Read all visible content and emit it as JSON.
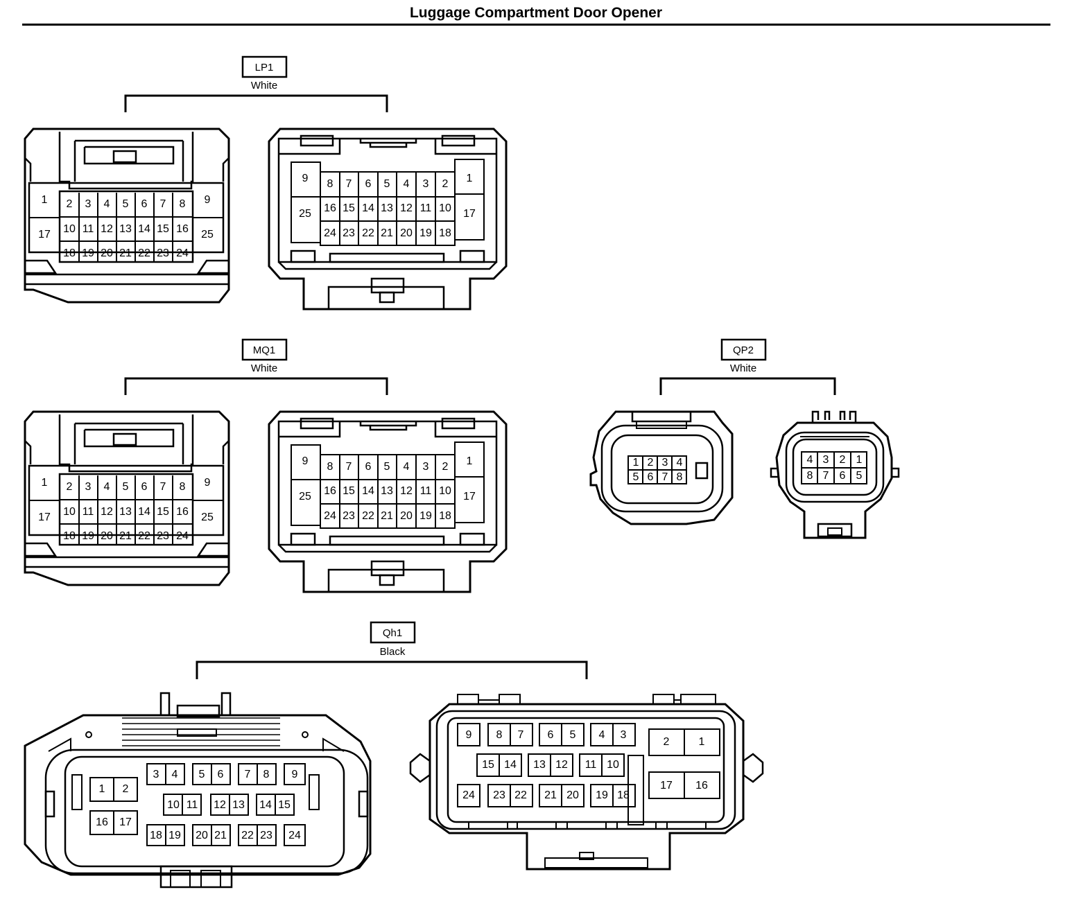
{
  "title": "Luggage Compartment Door Opener",
  "connectors": {
    "lp1": {
      "code": "LP1",
      "color": "White"
    },
    "mq1": {
      "code": "MQ1",
      "color": "White"
    },
    "qp2": {
      "code": "QP2",
      "color": "White"
    },
    "qh1": {
      "code": "Qh1",
      "color": "Black"
    }
  },
  "pins25": {
    "female": [
      "1",
      "2",
      "3",
      "4",
      "5",
      "6",
      "7",
      "8",
      "9",
      "10",
      "11",
      "12",
      "13",
      "14",
      "15",
      "16",
      "17",
      "18",
      "19",
      "20",
      "21",
      "22",
      "23",
      "24",
      "25"
    ],
    "male": [
      "9",
      "8",
      "7",
      "6",
      "5",
      "4",
      "3",
      "2",
      "1",
      "25",
      "16",
      "15",
      "14",
      "13",
      "12",
      "11",
      "10",
      "17",
      "24",
      "23",
      "22",
      "21",
      "20",
      "19",
      "18"
    ]
  },
  "pins8": {
    "female": [
      "1",
      "2",
      "3",
      "4",
      "5",
      "6",
      "7",
      "8"
    ],
    "male": [
      "4",
      "3",
      "2",
      "1",
      "8",
      "7",
      "6",
      "5"
    ]
  },
  "pins_qh1": {
    "female": [
      "1",
      "2",
      "16",
      "17",
      "3",
      "4",
      "5",
      "6",
      "7",
      "8",
      "9",
      "10",
      "11",
      "12",
      "13",
      "14",
      "15",
      "18",
      "19",
      "20",
      "21",
      "22",
      "23",
      "24"
    ],
    "male": [
      "9",
      "8",
      "7",
      "6",
      "5",
      "4",
      "3",
      "15",
      "14",
      "13",
      "12",
      "11",
      "10",
      "24",
      "23",
      "22",
      "21",
      "20",
      "19",
      "18",
      "2",
      "1",
      "17",
      "16"
    ]
  }
}
